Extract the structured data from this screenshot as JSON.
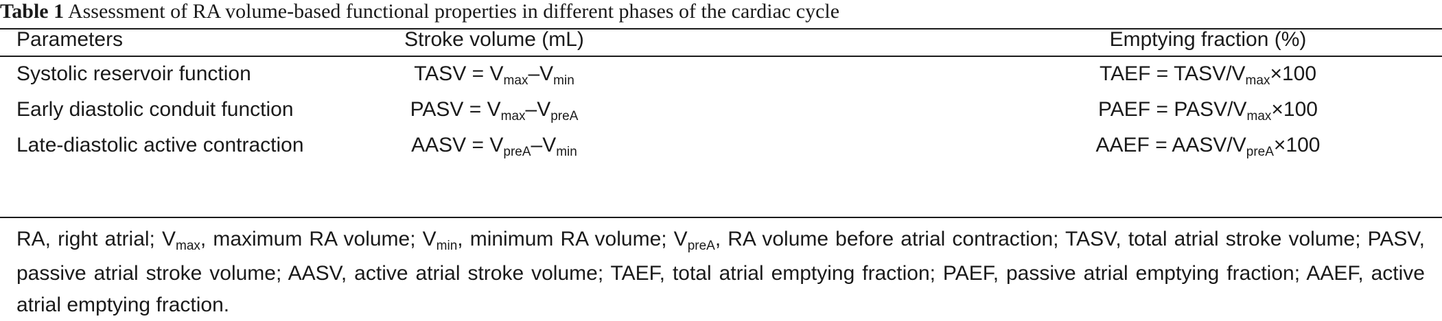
{
  "caption": {
    "label": "Table 1",
    "text": " Assessment of RA volume-based functional properties in different phases of the cardiac cycle"
  },
  "table": {
    "headers": [
      "Parameters",
      "Stroke volume (mL)",
      "Emptying fraction (%)"
    ],
    "rows": [
      {
        "parameter": "Systolic reservoir function",
        "sv": {
          "lhs": "TASV",
          "eq": " = V",
          "s1": "max",
          "mid": "–V",
          "s2": "min"
        },
        "ef": {
          "lhs": "TAEF",
          "eq": " = TASV/V",
          "s1": "max",
          "tail": "×100"
        }
      },
      {
        "parameter": "Early diastolic conduit function",
        "sv": {
          "lhs": "PASV",
          "eq": " = V",
          "s1": "max",
          "mid": "–V",
          "s2": "preA"
        },
        "ef": {
          "lhs": "PAEF",
          "eq": " = PASV/V",
          "s1": "max",
          "tail": "×100"
        }
      },
      {
        "parameter": "Late-diastolic active contraction",
        "sv": {
          "lhs": "AASV",
          "eq": " = V",
          "s1": "preA",
          "mid": "–V",
          "s2": "min"
        },
        "ef": {
          "lhs": "AAEF",
          "eq": " = AASV/V",
          "s1": "preA",
          "tail": "×100"
        }
      }
    ]
  },
  "footnote": {
    "p1": "RA, right atrial; V",
    "s1": "max",
    "p2": ", maximum RA volume; V",
    "s2": "min",
    "p3": ", minimum RA volume; V",
    "s3": "preA",
    "p4": ", RA volume before atrial contraction; TASV, total atrial stroke volume; PASV, passive atrial stroke volume; AASV, active atrial stroke volume; TAEF, total atrial emptying fraction; PAEF, passive atrial emptying fraction; AAEF, active atrial emptying fraction."
  }
}
